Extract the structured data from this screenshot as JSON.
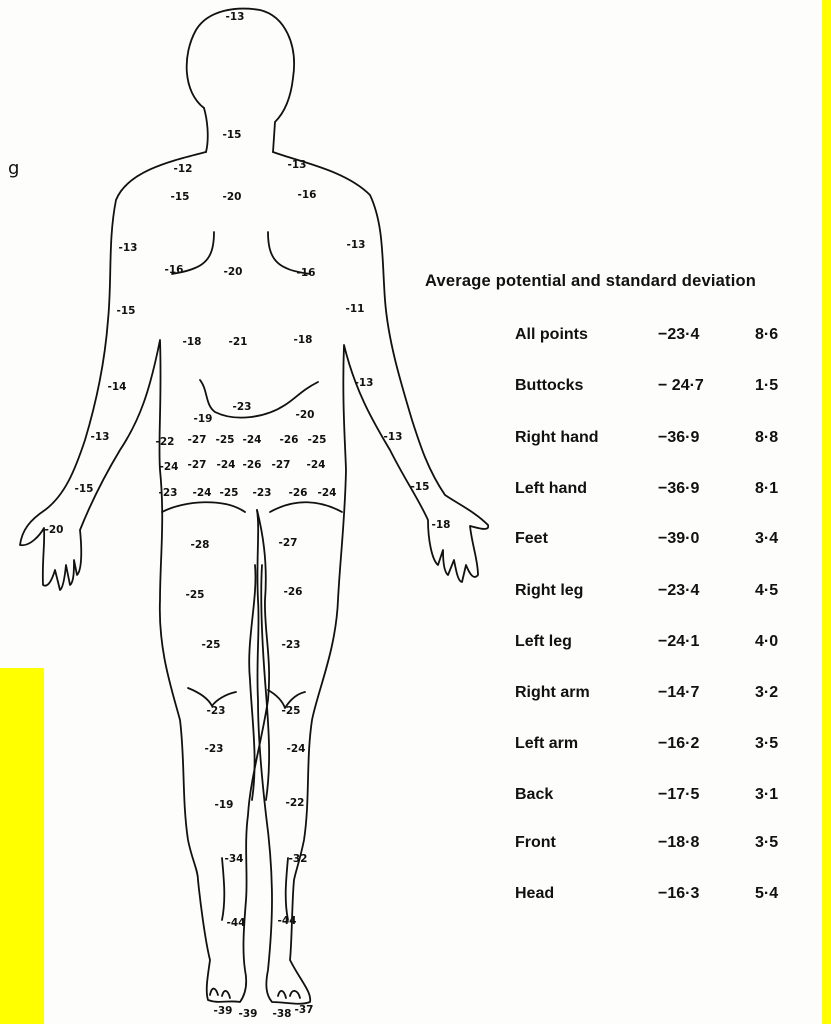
{
  "stray_text": "g",
  "table": {
    "title": "Average potential and standard deviation",
    "rows": [
      {
        "label": "All points",
        "avg": "−23·4",
        "sd": "8·6"
      },
      {
        "label": "Buttocks",
        "avg": "− 24·7",
        "sd": "1·5"
      },
      {
        "label": "Right hand",
        "avg": "−36·9",
        "sd": "8·8"
      },
      {
        "label": "Left hand",
        "avg": "−36·9",
        "sd": "8·1"
      },
      {
        "label": "Feet",
        "avg": "−39·0",
        "sd": "3·4"
      },
      {
        "label": "Right leg",
        "avg": "−23·4",
        "sd": "4·5"
      },
      {
        "label": "Left leg",
        "avg": "−24·1",
        "sd": "4·0"
      },
      {
        "label": "Right arm",
        "avg": "−14·7",
        "sd": "3·2"
      },
      {
        "label": "Left arm",
        "avg": "−16·2",
        "sd": "3·5"
      },
      {
        "label": "Back",
        "avg": "−17·5",
        "sd": "3·1"
      },
      {
        "label": "Front",
        "avg": "−18·8",
        "sd": "3·5"
      },
      {
        "label": "Head",
        "avg": "−16·3",
        "sd": "5·4"
      }
    ]
  },
  "body_points": [
    "-13",
    "-15",
    "-12",
    "-13",
    "-15",
    "-20",
    "-16",
    "-13",
    "-13",
    "-16",
    "-20",
    "-16",
    "-15",
    "-11",
    "-18",
    "-21",
    "-18",
    "-14",
    "-13",
    "-23",
    "-19",
    "-20",
    "-13",
    "-13",
    "-22",
    "-27",
    "-25",
    "-24",
    "-26",
    "-25",
    "-24",
    "-27",
    "-24",
    "-26",
    "-27",
    "-24",
    "-15",
    "-23",
    "-24",
    "-25",
    "-23",
    "-26",
    "-24",
    "-15",
    "-20",
    "-18",
    "-28",
    "-27",
    "-25",
    "-26",
    "-25",
    "-23",
    "-23",
    "-25",
    "-23",
    "-24",
    "-19",
    "-22",
    "-34",
    "-32",
    "-44",
    "-44",
    "-39",
    "-39",
    "-38",
    "-37"
  ]
}
